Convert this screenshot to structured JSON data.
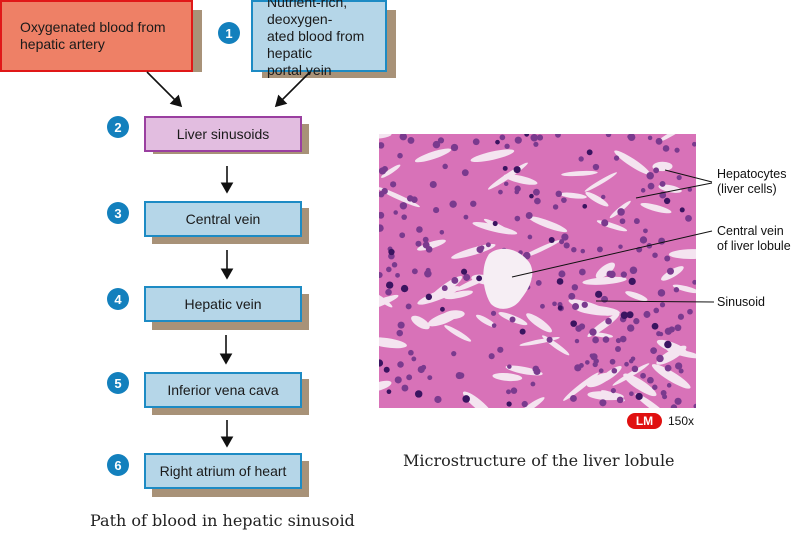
{
  "flowchart": {
    "source_arterial": "Oxygenated blood from hepatic artery",
    "source_portal": "Nutrient-rich, deoxygen-ated blood from hepatic portal vein",
    "source_portal_lines": [
      "Nutrient-rich, deoxygen-",
      "ated blood from hepatic",
      "portal vein"
    ],
    "source_arterial_lines": [
      "Oxygenated blood from",
      "hepatic artery"
    ],
    "steps": [
      {
        "number": "1",
        "label": "Nutrient-rich, deoxygenated blood from hepatic portal vein"
      },
      {
        "number": "2",
        "label": "Liver sinusoids"
      },
      {
        "number": "3",
        "label": "Central vein"
      },
      {
        "number": "4",
        "label": "Hepatic vein"
      },
      {
        "number": "5",
        "label": "Inferior vena cava"
      },
      {
        "number": "6",
        "label": "Right atrium of heart"
      }
    ],
    "caption": "Path of blood in hepatic sinusoid"
  },
  "micrograph": {
    "labels": {
      "hepatocytes": [
        "Hepatocytes",
        "(liver cells)"
      ],
      "central_vein": [
        "Central vein",
        "of liver lobule"
      ],
      "sinusoid": "Sinusoid"
    },
    "badge": "LM",
    "magnification": "150x",
    "caption": "Microstructure of the liver lobule"
  },
  "colors": {
    "arterial_fill": "#ee8066",
    "arterial_border": "#e01818",
    "venous_fill": "#b5d6e8",
    "venous_border": "#1d8bc4",
    "sinusoid_fill": "#e2bde0",
    "sinusoid_border": "#9a3fa0",
    "step_badge": "#1380bd",
    "lm_badge": "#e01010",
    "shadow": "#a89278"
  }
}
